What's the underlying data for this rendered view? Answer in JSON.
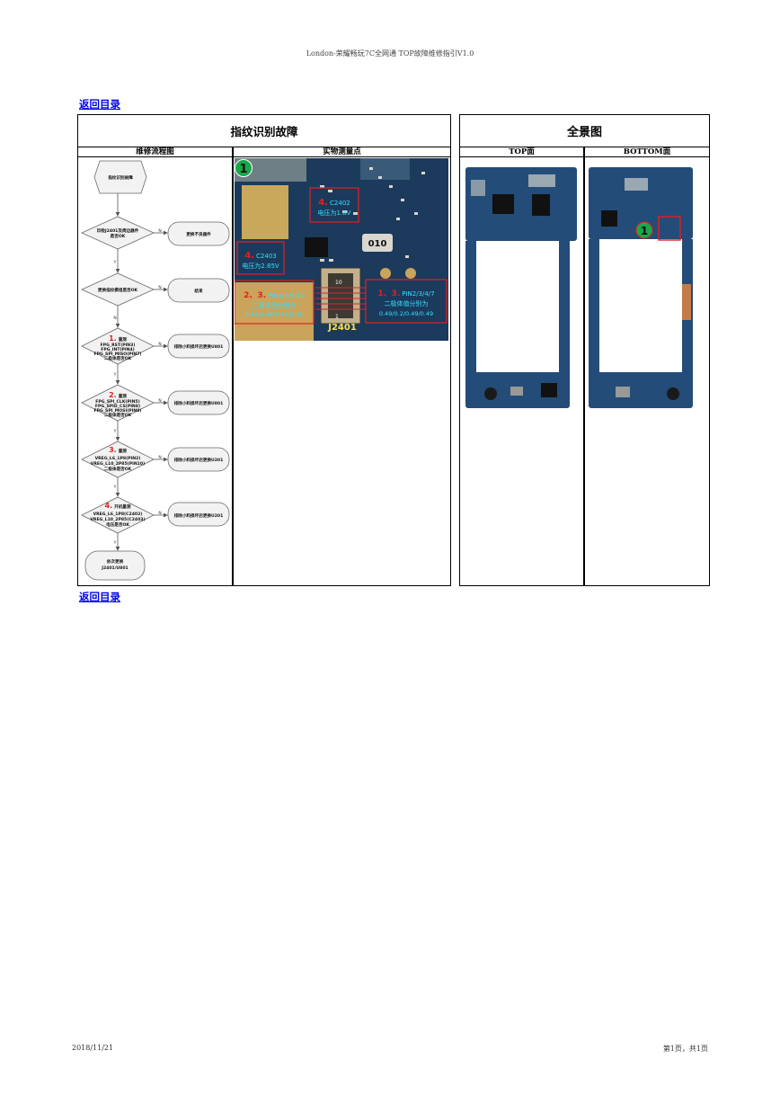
{
  "header": {
    "doc_title": "London-荣耀畅玩7C全网通 TOP故障维修指引V1.0"
  },
  "nav": {
    "back_link": "返回目录"
  },
  "left_panel": {
    "title": "指纹识别故障",
    "col_flow": "维修流程图",
    "col_measure": "实物测量点"
  },
  "right_panel": {
    "title": "全景图",
    "col_top": "TOP面",
    "col_bottom": "BOTTOM面"
  },
  "flow": {
    "start": "指纹识别故障",
    "d1": [
      "目检J2401及周边器件",
      "是否OK"
    ],
    "a1": "更换不良器件",
    "d2": "更换指纹模组是否OK",
    "a2": "结束",
    "d3": {
      "num": "1.",
      "lines": [
        "量测",
        "FPG_RST(PIN3)",
        "FPG_INT(PIN4)",
        "FPG_SPI_MISO(PIN7)",
        "二极体是否OK"
      ]
    },
    "a3": "排除小料损坏后更换U801",
    "d4": {
      "num": "2.",
      "lines": [
        "量测",
        "FPG_SPI_CLK(PIN5)",
        "FPG_SPID_CS(PIN8)",
        "FPG_SPI_MOSI(PIN9)",
        "二极体是否OK"
      ]
    },
    "a4": "排除小料损坏后更换U801",
    "d5": {
      "num": "3.",
      "lines": [
        "量测",
        "VREG_L6_1P8(PIN2)",
        "VREG_L10_2P85(PIN10)",
        "二极体是否OK"
      ]
    },
    "a5": "排除小料损坏后更换U201",
    "d6": {
      "num": "4.",
      "lines": [
        "开机量测",
        "VREG_L6_1P8(C2402)",
        "VREG_L10_2P85(C2403)",
        "电压是否OK"
      ]
    },
    "a6": "排除小料损坏后更换U201",
    "end": [
      "依次更换",
      "J2401/U801"
    ],
    "yes": "Y",
    "no": "N"
  },
  "photo": {
    "badge": "1",
    "c2402": {
      "num": "4.",
      "name": "C2402",
      "value": "电压为1.8V"
    },
    "c2403": {
      "num": "4.",
      "name": "C2403",
      "value": "电压为2.85V"
    },
    "left_pins": {
      "num": "2、3.",
      "pins": "PIN5/8/9/10",
      "desc": "二极体值分别为",
      "values": "0.49/0.49/0.49/0.55"
    },
    "right_pins": {
      "num": "1、3.",
      "pins": "PIN2/3/4/7",
      "desc": "二极体值分别为",
      "values": "0.49/0.2/0.49/0.49"
    },
    "resistor": "010",
    "pin10": "10",
    "pin1": "1",
    "connector": "J2401"
  },
  "bottom_marker": "1",
  "footer": {
    "date": "2018/11/21",
    "page": "第1页，共1页"
  }
}
